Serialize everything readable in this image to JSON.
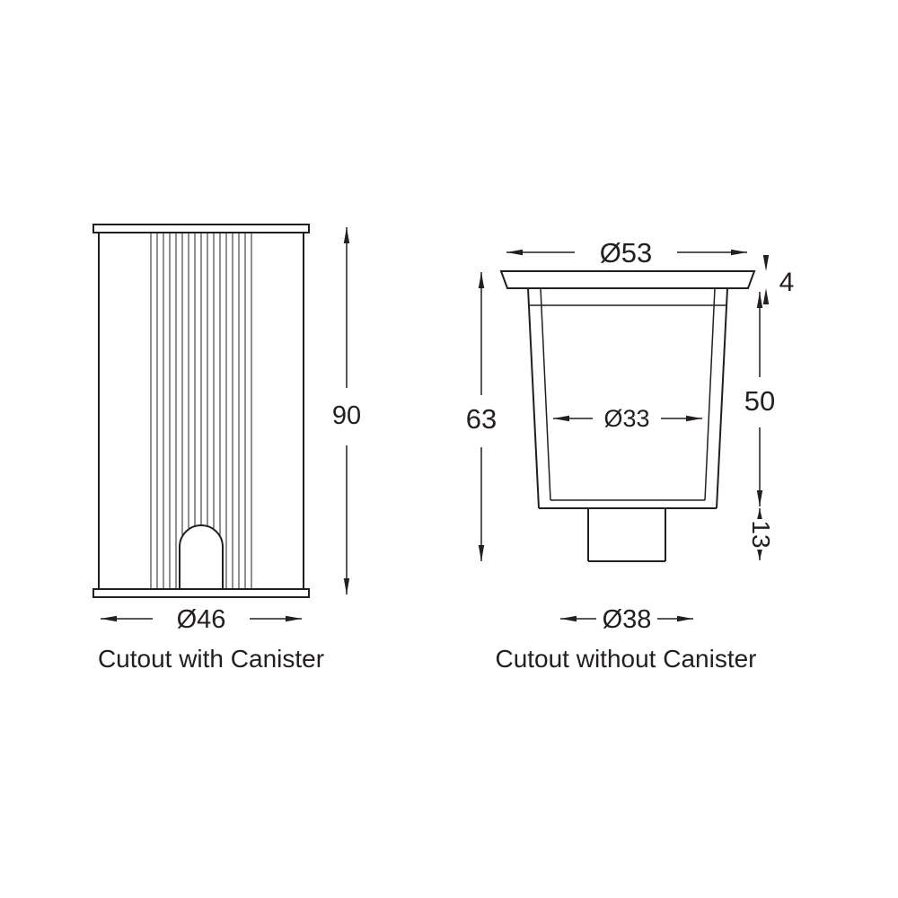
{
  "page": {
    "background": "#ffffff",
    "line_color": "#231f20",
    "type": "technical-dimension-drawing"
  },
  "figures": [
    {
      "id": "cutout-with-canister",
      "caption": "Cutout with Canister",
      "dims": {
        "height": "90",
        "diameter": "Ø46"
      }
    },
    {
      "id": "cutout-without-canister",
      "caption": "Cutout without Canister",
      "dims": {
        "flange_diameter": "Ø53",
        "flange_thickness": "4",
        "overall_height": "63",
        "body_height": "50",
        "inner_diameter": "Ø33",
        "spigot_height": "13",
        "base_diameter": "Ø38"
      }
    }
  ]
}
